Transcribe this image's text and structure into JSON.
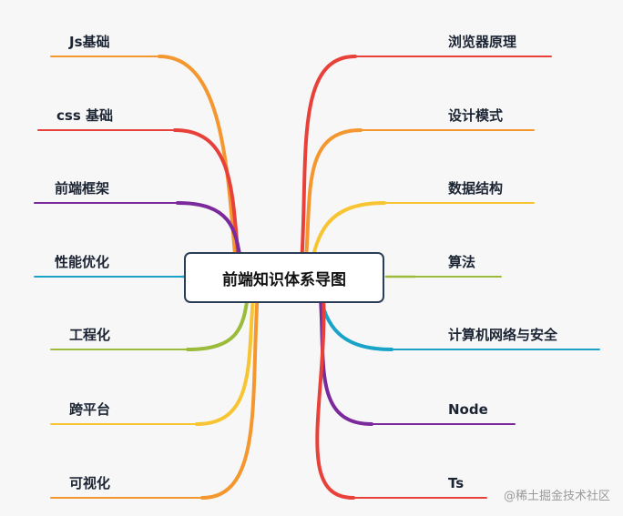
{
  "center": {
    "label": "前端知识体系导图"
  },
  "left_branches": [
    {
      "label": "Js基础",
      "color": "#f4972f"
    },
    {
      "label": "css 基础",
      "color": "#e8413a"
    },
    {
      "label": "前端框架",
      "color": "#7b2a9c"
    },
    {
      "label": "性能优化",
      "color": "#1aa3c9"
    },
    {
      "label": "工程化",
      "color": "#9bbb3a"
    },
    {
      "label": "跨平台",
      "color": "#f7c531"
    },
    {
      "label": "可视化",
      "color": "#f4972f"
    }
  ],
  "right_branches": [
    {
      "label": "浏览器原理",
      "color": "#e8413a"
    },
    {
      "label": "设计模式",
      "color": "#f4972f"
    },
    {
      "label": "数据结构",
      "color": "#f7c531"
    },
    {
      "label": "算法",
      "color": "#9bbb3a"
    },
    {
      "label": "计算机网络与安全",
      "color": "#1aa3c9"
    },
    {
      "label": "Node",
      "color": "#7b2a9c"
    },
    {
      "label": "Ts",
      "color": "#e8413a"
    }
  ],
  "watermark": {
    "text": "@稀土掘金技术社区"
  }
}
